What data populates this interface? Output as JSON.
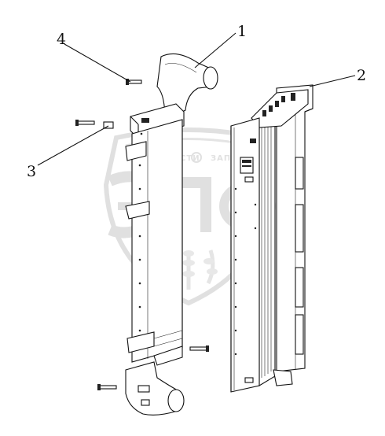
{
  "watermark": {
    "brand_left": "ЗАПЧАСТИ",
    "brand_mid": "ЗАПЧАСТИ",
    "color": "#cccccc"
  },
  "callouts": [
    {
      "id": "1",
      "label": "1"
    },
    {
      "id": "2",
      "label": "2"
    },
    {
      "id": "3",
      "label": "3"
    },
    {
      "id": "4",
      "label": "4"
    }
  ],
  "colors": {
    "line": "#111111",
    "background": "#ffffff"
  }
}
